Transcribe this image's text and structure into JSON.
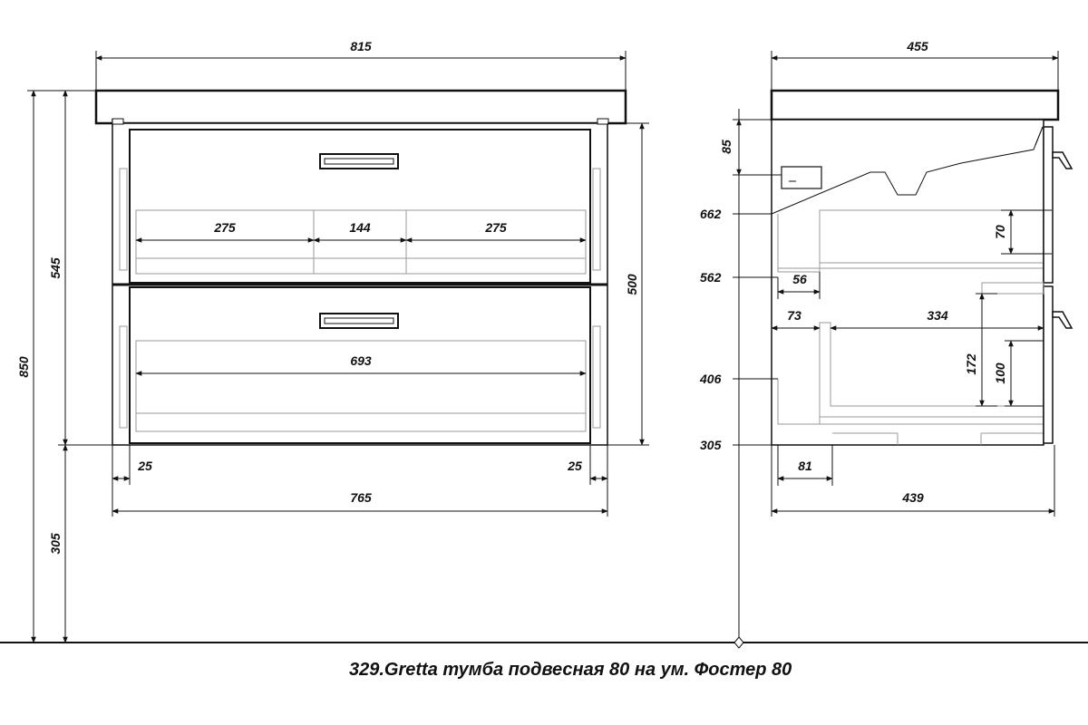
{
  "caption": "329.Gretta тумба подвесная 80 на ум. Фостер 80",
  "front_view": {
    "overall_width": "815",
    "body_width": "765",
    "total_height": "850",
    "cabinet_height": "545",
    "mount_height": "305",
    "front_height": "500",
    "edge_left": "25",
    "edge_right": "25",
    "upper_left": "275",
    "upper_mid": "144",
    "upper_right": "275",
    "lower_inner": "693"
  },
  "side_view": {
    "overall_depth": "455",
    "body_depth": "439",
    "top_gap": "85",
    "level_662": "662",
    "level_562": "562",
    "level_406": "406",
    "level_305": "305",
    "upper_inset": "56",
    "upper_drawer_h": "70",
    "lower_inset": "73",
    "lower_depth": "334",
    "lower_height": "172",
    "lower_inner_h": "100",
    "base_inset": "81"
  }
}
